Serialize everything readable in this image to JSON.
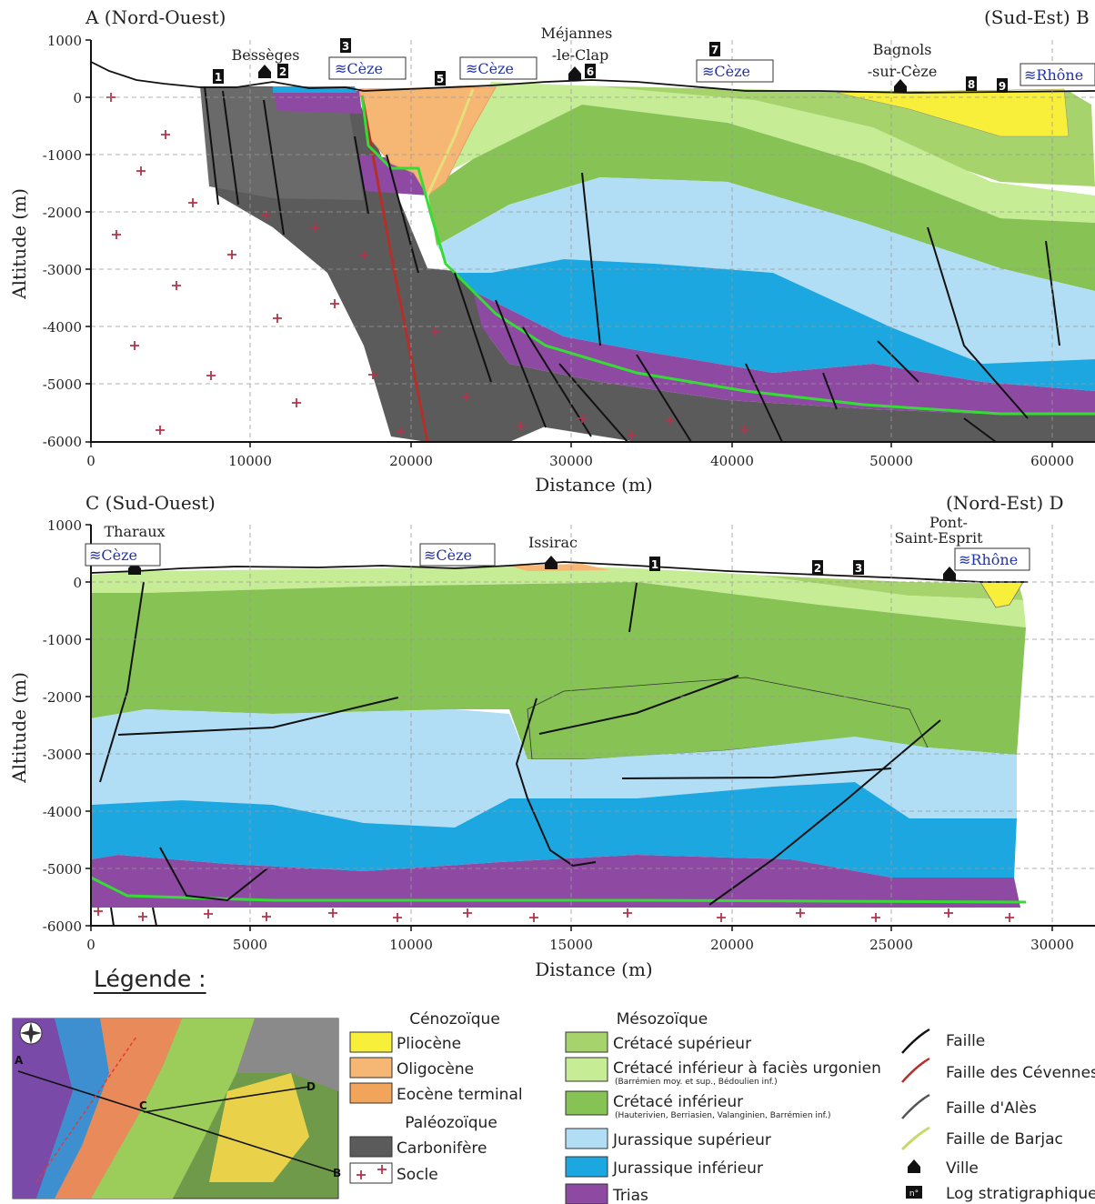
{
  "sectionAB": {
    "left_label": "A (Nord-Ouest)",
    "right_label": "(Sud-Est) B",
    "y_axis_label": "Altitude (m)",
    "x_axis_label": "Distance (m)",
    "y_ticks": [
      "1000",
      "0",
      "-1000",
      "-2000",
      "-3000",
      "-4000",
      "-5000",
      "-6000"
    ],
    "x_ticks": [
      "0",
      "10000",
      "20000",
      "30000",
      "40000",
      "50000",
      "60000"
    ],
    "towns": [
      "Bessèges",
      "Méjannes",
      "-le-Clap",
      "Bagnols",
      "-sur-Cèze"
    ],
    "rivers": [
      "≋Cèze",
      "≋Cèze",
      "≋Cèze",
      "≋Rhône"
    ],
    "logs": [
      "1",
      "2",
      "3",
      "5",
      "6",
      "7",
      "8",
      "9"
    ]
  },
  "sectionCD": {
    "left_label": "C (Sud-Ouest)",
    "right_label": "(Nord-Est) D",
    "y_axis_label": "Altitude (m)",
    "x_axis_label": "Distance (m)",
    "y_ticks": [
      "1000",
      "0",
      "-1000",
      "-2000",
      "-3000",
      "-4000",
      "-5000",
      "-6000"
    ],
    "x_ticks": [
      "0",
      "5000",
      "10000",
      "15000",
      "20000",
      "25000",
      "30000"
    ],
    "towns": [
      "Tharaux",
      "Issirac",
      "Pont-",
      "Saint-Esprit"
    ],
    "rivers": [
      "≋Cèze",
      "≋Cèze",
      "≋Rhône"
    ],
    "logs": [
      "1",
      "2",
      "3"
    ]
  },
  "legend": {
    "title": "Légende :",
    "map_points": [
      "A",
      "B",
      "C",
      "D"
    ],
    "cenozoic_header": "Cénozoïque",
    "cenozoic": [
      {
        "label": "Pliocène",
        "color": "#f7ef3a"
      },
      {
        "label": "Oligocène",
        "color": "#f6b674"
      },
      {
        "label": "Eocène terminal",
        "color": "#f2a55a"
      }
    ],
    "paleozoic_header": "Paléozoïque",
    "paleozoic": [
      {
        "label": "Carbonifère",
        "color": "#5b5b5b"
      },
      {
        "label": "Socle",
        "color": "#ffffff"
      }
    ],
    "mesozoic_header": "Mésozoïque",
    "mesozoic": [
      {
        "label": "Crétacé supérieur",
        "sub": "",
        "color": "#a6d36b"
      },
      {
        "label": "Crétacé inférieur à faciès urgonien",
        "sub": "(Barrémien moy. et sup., Bédoulien inf.)",
        "color": "#c6ec96"
      },
      {
        "label": "Crétacé inférieur",
        "sub": "(Hauterivien, Berriasien, Valanginien, Barrémien inf.)",
        "color": "#86c354"
      },
      {
        "label": "Jurassique supérieur",
        "sub": "",
        "color": "#b2def5"
      },
      {
        "label": "Jurassique inférieur",
        "sub": "",
        "color": "#1ca7e0"
      },
      {
        "label": "Trias",
        "sub": "",
        "color": "#8e4aa3"
      }
    ],
    "symbols": [
      {
        "label": "Faille",
        "icon": "fault-line-icon",
        "color": "#111111"
      },
      {
        "label": "Faille des Cévennes",
        "icon": "cevennes-fault-icon",
        "color": "#b3302a"
      },
      {
        "label": "Faille d'Alès",
        "icon": "ales-fault-icon",
        "color": "#555555"
      },
      {
        "label": "Faille de Barjac",
        "icon": "barjac-fault-icon",
        "color": "#c8d96a"
      },
      {
        "label": "Ville",
        "icon": "town-house-icon",
        "color": "#111111"
      },
      {
        "label": "Log stratigraphique",
        "icon": "log-marker-icon",
        "color": "#111111"
      }
    ]
  }
}
